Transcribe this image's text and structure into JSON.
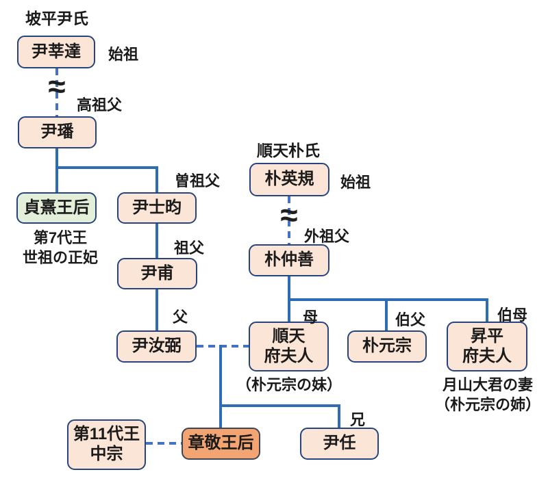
{
  "colors": {
    "background": "#ffffff",
    "box_fill": "#fbe5d6",
    "box_border": "#27447e",
    "queen_consort_fill": "#e3efd9",
    "highlight_fill": "#f2a472",
    "highlight_border": "#3d4455",
    "solid_line": "#2e6db6",
    "dashed_line": "#4472c4",
    "text": "#1a1a1a"
  },
  "clan_headers": {
    "papyeong": "坡平尹氏",
    "suncheon": "順天朴氏"
  },
  "nodes": {
    "yun_sindal": "尹莘達",
    "yun_beon": "尹璠",
    "jeonghui_wanghu": "貞熹王后",
    "yun_sayun": "尹士昀",
    "yun_bo": "尹甫",
    "yun_yeopil": "尹汝弼",
    "bak_yeonggyu": "朴英規",
    "bak_jungseon": "朴仲善",
    "suncheon_bubuin": "順天\n府夫人",
    "bak_wonjong": "朴元宗",
    "seungpyeong_bubuin": "昇平\n府夫人",
    "jungjong": "第11代王\n中宗",
    "janggyeong_wanghu": "章敬王后",
    "yun_im": "尹任"
  },
  "relation_labels": {
    "founder_yun": "始祖",
    "great_great_grandfather": "高祖父",
    "great_grandfather": "曽祖父",
    "grandfather": "祖父",
    "father": "父",
    "founder_bak": "始祖",
    "maternal_grandfather": "外祖父",
    "mother": "母",
    "uncle": "伯父",
    "aunt": "伯母",
    "elder_brother": "兄"
  },
  "annotations": {
    "jeonghui_note": "第7代王\n世祖の正妃",
    "suncheon_note": "（朴元宗の妹）",
    "seungpyeong_note": "月山大君の妻\n（朴元宗の姉）"
  },
  "approx_symbol": "≈"
}
